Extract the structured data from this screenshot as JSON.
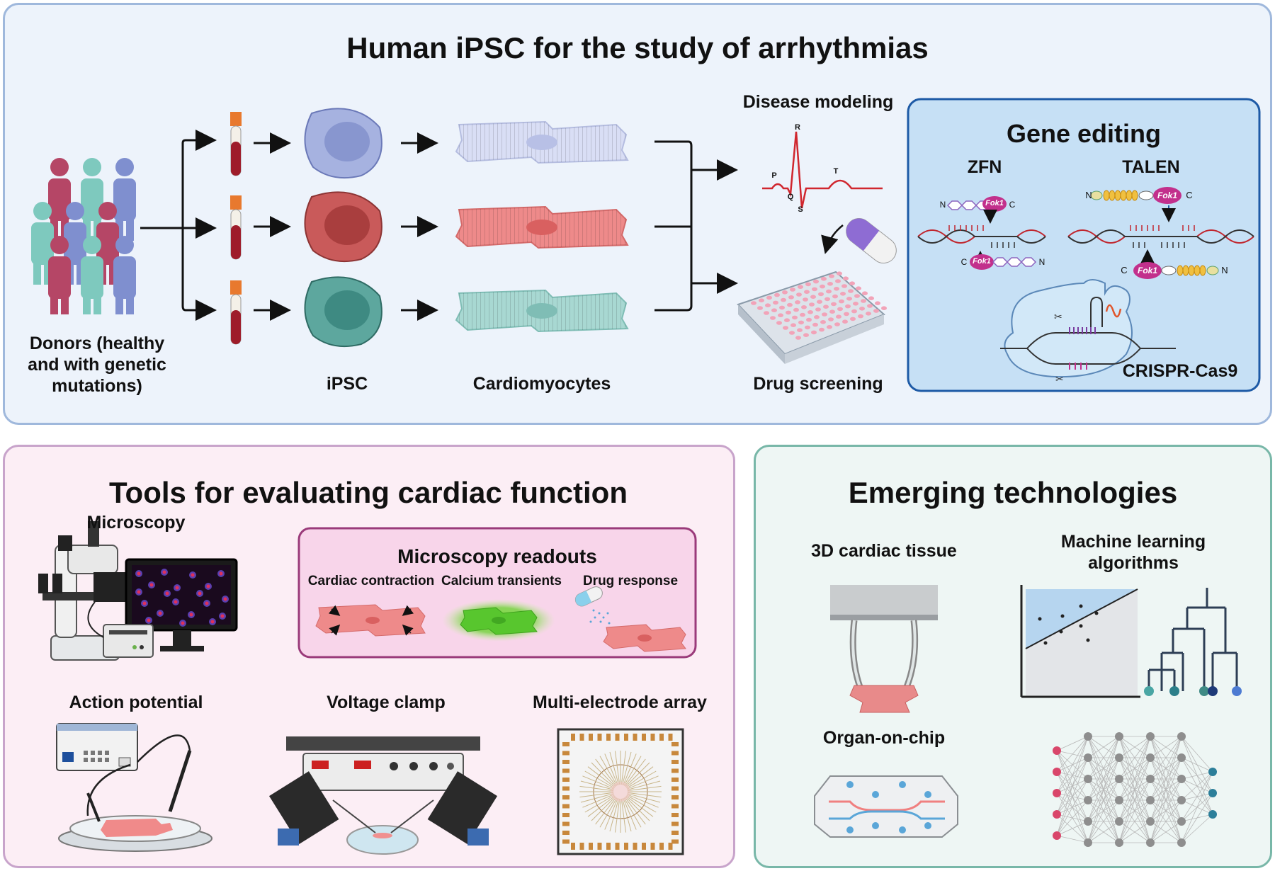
{
  "top": {
    "title": "Human iPSC for the study of arrhythmias",
    "donors_label": "Donors (healthy and with genetic mutations)",
    "ipsc_label": "iPSC",
    "cardiomyocytes_label": "Cardiomyocytes",
    "disease_modeling_label": "Disease modeling",
    "drug_screening_label": "Drug screening",
    "ecg_letters": {
      "p": "P",
      "q": "Q",
      "r": "R",
      "s": "S",
      "t": "T"
    },
    "gene_editing": {
      "title": "Gene editing",
      "zfn_label": "ZFN",
      "talen_label": "TALEN",
      "crispr_label": "CRISPR-Cas9",
      "fok1_label": "Fok1",
      "n_label": "N",
      "c_label": "C"
    },
    "colors": {
      "healthy": "#a9b6e0",
      "mutation_red": "#c95a5a",
      "mutation_teal": "#4a9a92",
      "panel_border": "#9fb8dc"
    }
  },
  "tools": {
    "title": "Tools for evaluating cardiac function",
    "microscopy_label": "Microscopy",
    "readouts": {
      "title": "Microscopy readouts",
      "contraction_label": "Cardiac contraction",
      "calcium_label": "Calcium transients",
      "drug_response_label": "Drug response"
    },
    "action_potential_label": "Action potential",
    "voltage_clamp_label": "Voltage clamp",
    "mea_label": "Multi-electrode array"
  },
  "emerging": {
    "title": "Emerging technologies",
    "tissue_label": "3D cardiac tissue",
    "ml_label": "Machine learning algorithms",
    "organ_chip_label": "Organ-on-chip"
  }
}
